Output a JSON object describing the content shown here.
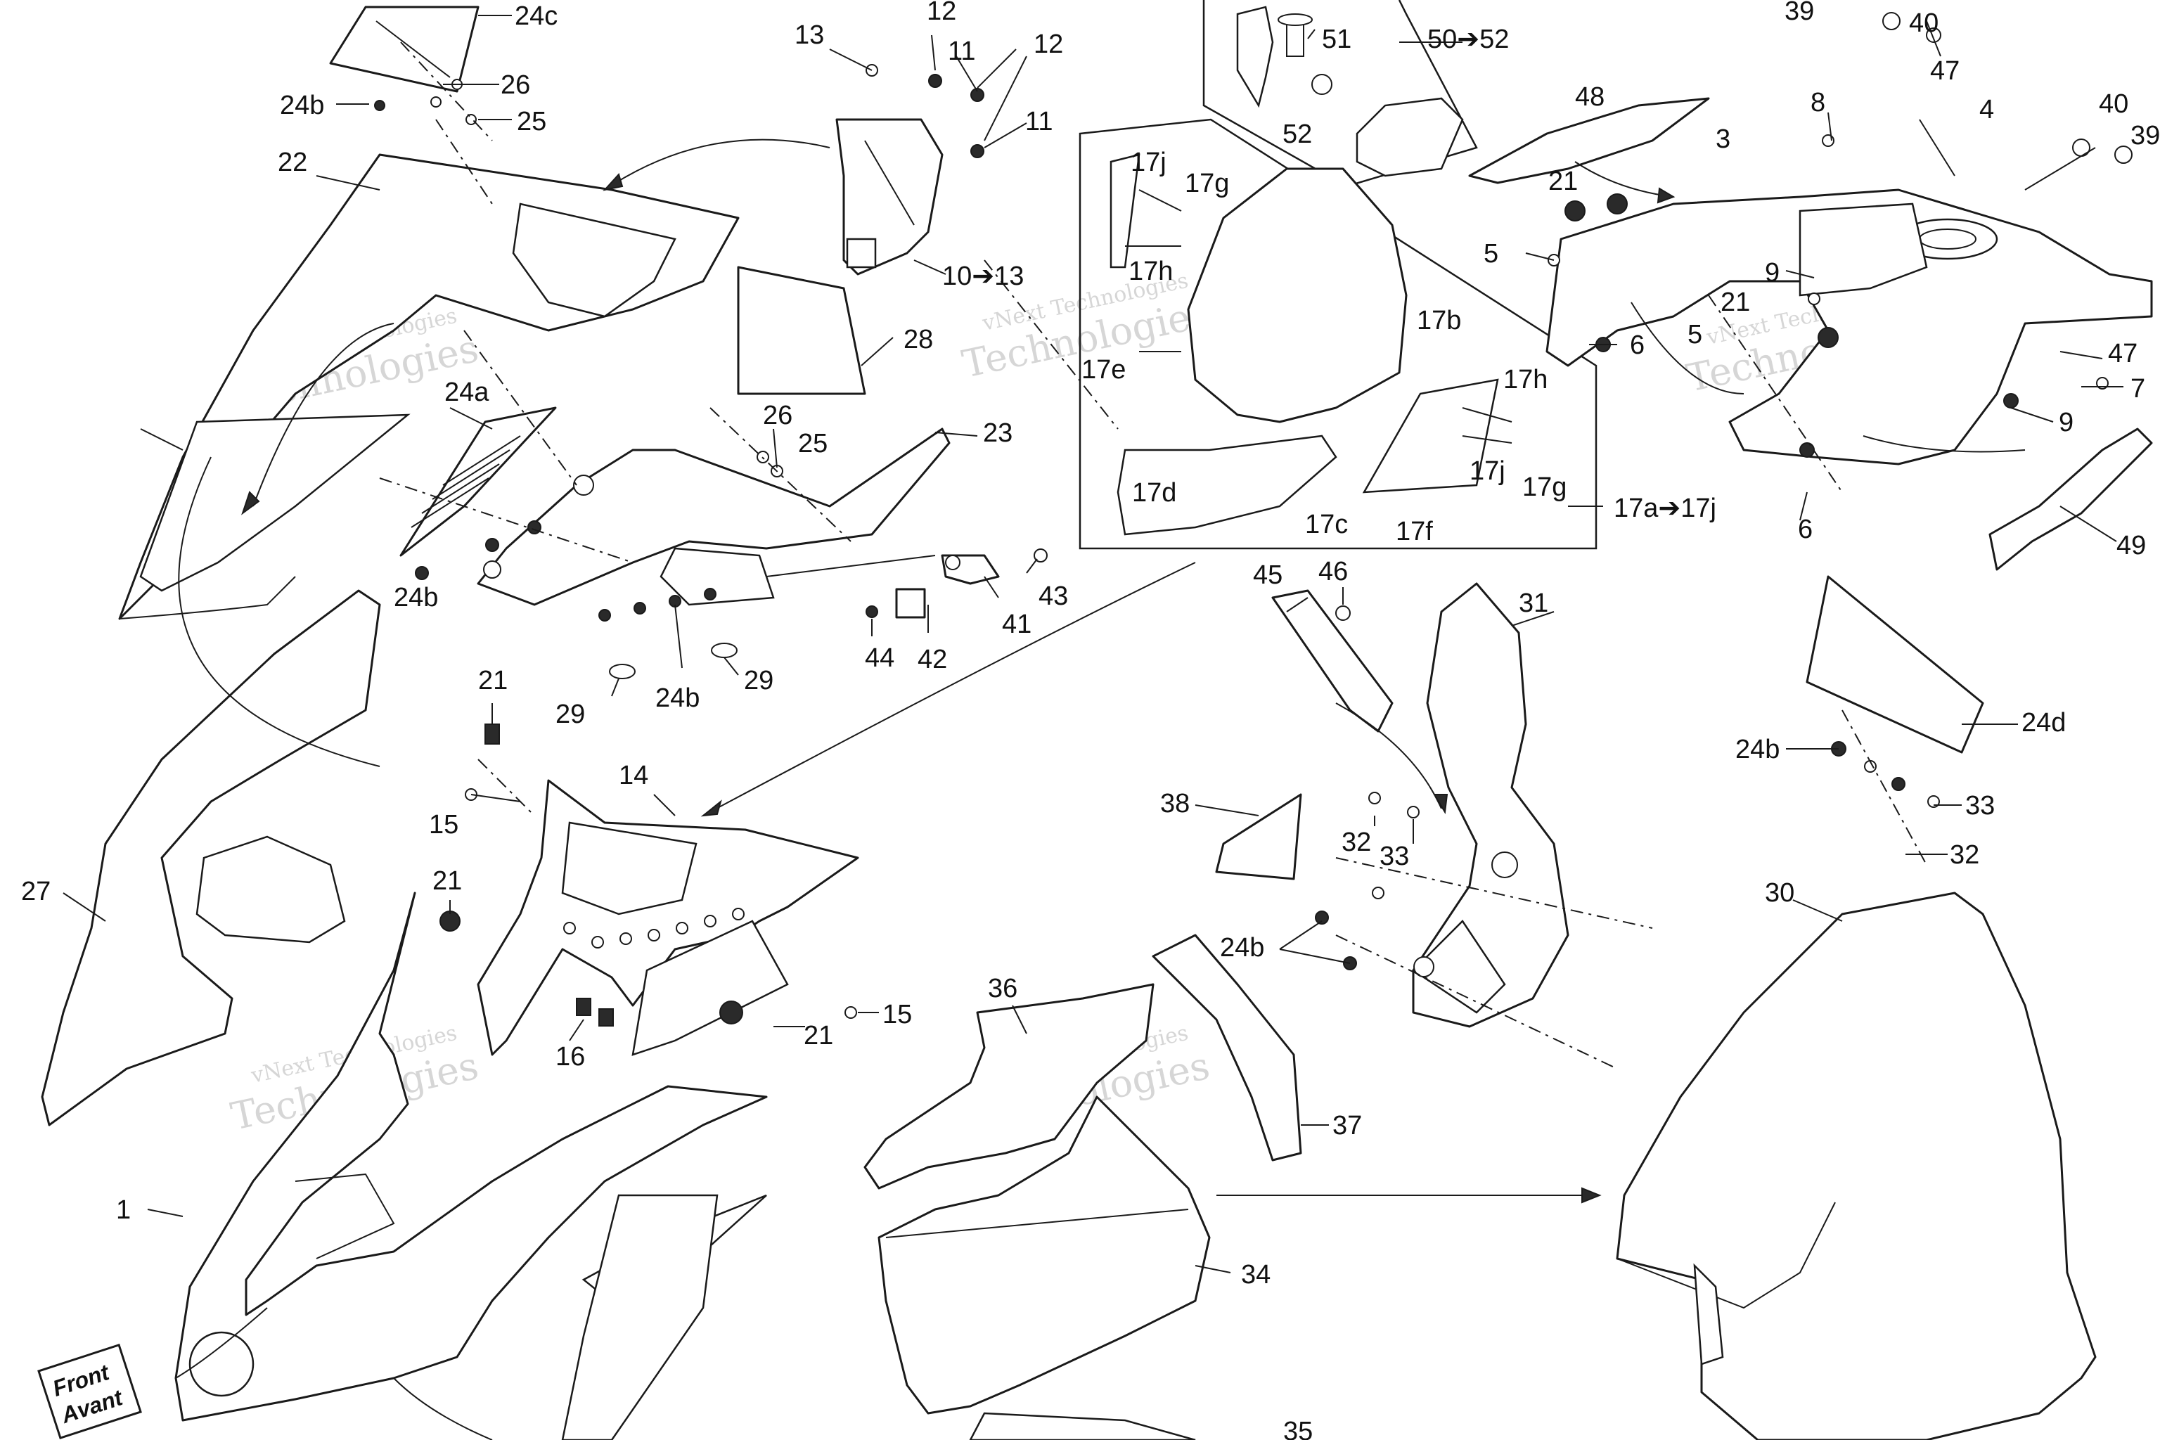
{
  "watermark": {
    "line_small": "vNext Technologies",
    "line_big": "Technologies",
    "line_top": "vNext"
  },
  "front_badge": {
    "line1": "Front",
    "line2": "Avant"
  },
  "callouts": [
    {
      "id": "c-24c",
      "text": "24c"
    },
    {
      "id": "c-26a",
      "text": "26"
    },
    {
      "id": "c-24b-1",
      "text": "24b"
    },
    {
      "id": "c-25a",
      "text": "25"
    },
    {
      "id": "c-22",
      "text": "22"
    },
    {
      "id": "c-13",
      "text": "13"
    },
    {
      "id": "c-12a",
      "text": "12"
    },
    {
      "id": "c-11a",
      "text": "11"
    },
    {
      "id": "c-12b",
      "text": "12"
    },
    {
      "id": "c-11b",
      "text": "11"
    },
    {
      "id": "c-10-13",
      "text": "10➔13"
    },
    {
      "id": "c-28",
      "text": "28"
    },
    {
      "id": "c-24a",
      "text": "24a"
    },
    {
      "id": "c-26b",
      "text": "26"
    },
    {
      "id": "c-25b",
      "text": "25"
    },
    {
      "id": "c-23",
      "text": "23"
    },
    {
      "id": "c-24b-2",
      "text": "24b"
    },
    {
      "id": "c-29a",
      "text": "29"
    },
    {
      "id": "c-24b-3",
      "text": "24b"
    },
    {
      "id": "c-29b",
      "text": "29"
    },
    {
      "id": "c-44",
      "text": "44"
    },
    {
      "id": "c-42",
      "text": "42"
    },
    {
      "id": "c-41",
      "text": "41"
    },
    {
      "id": "c-43",
      "text": "43"
    },
    {
      "id": "c-51",
      "text": "51"
    },
    {
      "id": "c-50-52",
      "text": "50➔52"
    },
    {
      "id": "c-52",
      "text": "52"
    },
    {
      "id": "c-17j-1",
      "text": "17j"
    },
    {
      "id": "c-17g-1",
      "text": "17g"
    },
    {
      "id": "c-17h-1",
      "text": "17h"
    },
    {
      "id": "c-17b",
      "text": "17b"
    },
    {
      "id": "c-17e",
      "text": "17e"
    },
    {
      "id": "c-17h-2",
      "text": "17h"
    },
    {
      "id": "c-17j-2",
      "text": "17j"
    },
    {
      "id": "c-17g-2",
      "text": "17g"
    },
    {
      "id": "c-17d",
      "text": "17d"
    },
    {
      "id": "c-17c",
      "text": "17c"
    },
    {
      "id": "c-17f",
      "text": "17f"
    },
    {
      "id": "c-17a-17j",
      "text": "17a➔17j"
    },
    {
      "id": "c-39a",
      "text": "39"
    },
    {
      "id": "c-40a",
      "text": "40"
    },
    {
      "id": "c-48",
      "text": "48"
    },
    {
      "id": "c-8",
      "text": "8"
    },
    {
      "id": "c-47a",
      "text": "47"
    },
    {
      "id": "c-3",
      "text": "3"
    },
    {
      "id": "c-4",
      "text": "4"
    },
    {
      "id": "c-40b",
      "text": "40"
    },
    {
      "id": "c-39b",
      "text": "39"
    },
    {
      "id": "c-21a",
      "text": "21"
    },
    {
      "id": "c-5a",
      "text": "5"
    },
    {
      "id": "c-9a",
      "text": "9"
    },
    {
      "id": "c-21b",
      "text": "21"
    },
    {
      "id": "c-5b",
      "text": "5"
    },
    {
      "id": "c-6a",
      "text": "6"
    },
    {
      "id": "c-47b",
      "text": "47"
    },
    {
      "id": "c-7",
      "text": "7"
    },
    {
      "id": "c-9b",
      "text": "9"
    },
    {
      "id": "c-6b",
      "text": "6"
    },
    {
      "id": "c-49",
      "text": "49"
    },
    {
      "id": "c-45",
      "text": "45"
    },
    {
      "id": "c-46",
      "text": "46"
    },
    {
      "id": "c-31",
      "text": "31"
    },
    {
      "id": "c-24d",
      "text": "24d"
    },
    {
      "id": "c-24b-4",
      "text": "24b"
    },
    {
      "id": "c-33a",
      "text": "33"
    },
    {
      "id": "c-32a",
      "text": "32"
    },
    {
      "id": "c-21c",
      "text": "21"
    },
    {
      "id": "c-14",
      "text": "14"
    },
    {
      "id": "c-15a",
      "text": "15"
    },
    {
      "id": "c-21d",
      "text": "21"
    },
    {
      "id": "c-27",
      "text": "27"
    },
    {
      "id": "c-15b",
      "text": "15"
    },
    {
      "id": "c-21e",
      "text": "21"
    },
    {
      "id": "c-16",
      "text": "16"
    },
    {
      "id": "c-38",
      "text": "38"
    },
    {
      "id": "c-32b",
      "text": "32"
    },
    {
      "id": "c-33b",
      "text": "33"
    },
    {
      "id": "c-24b-5",
      "text": "24b"
    },
    {
      "id": "c-30",
      "text": "30"
    },
    {
      "id": "c-36",
      "text": "36"
    },
    {
      "id": "c-37",
      "text": "37"
    },
    {
      "id": "c-1",
      "text": "1"
    },
    {
      "id": "c-34",
      "text": "34"
    },
    {
      "id": "c-35",
      "text": "35"
    }
  ]
}
